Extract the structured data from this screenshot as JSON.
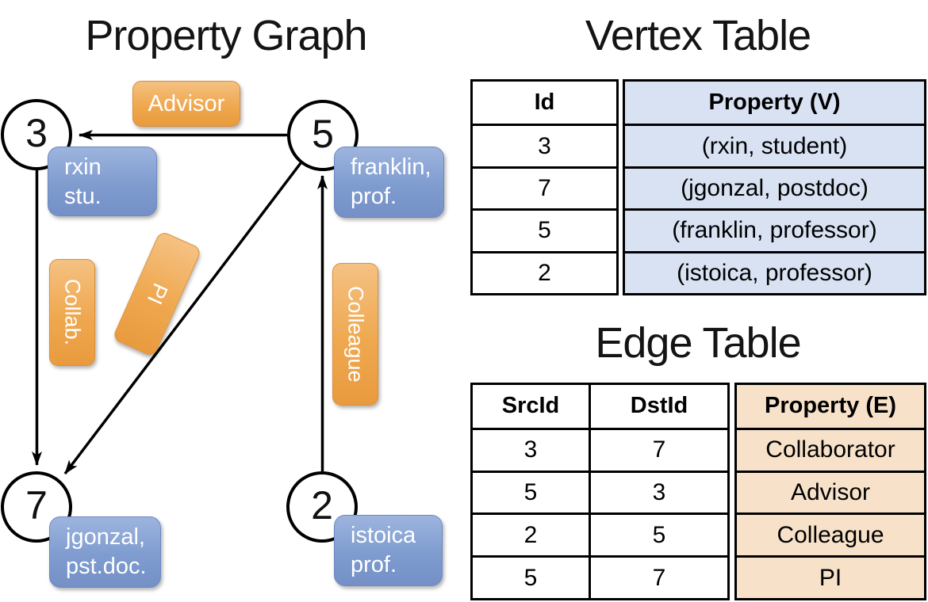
{
  "graph": {
    "title": "Property Graph",
    "vertices": [
      {
        "id": "3",
        "label_lines": [
          "rxin",
          "stu."
        ]
      },
      {
        "id": "5",
        "label_lines": [
          "franklin,",
          "prof."
        ]
      },
      {
        "id": "7",
        "label_lines": [
          "jgonzal,",
          "pst.doc."
        ]
      },
      {
        "id": "2",
        "label_lines": [
          "istoica",
          "prof."
        ]
      }
    ],
    "edges": [
      {
        "src": "5",
        "dst": "3",
        "label": "Advisor"
      },
      {
        "src": "3",
        "dst": "7",
        "label": "Collab."
      },
      {
        "src": "5",
        "dst": "7",
        "label": "PI"
      },
      {
        "src": "2",
        "dst": "5",
        "label": "Colleague"
      }
    ]
  },
  "vertex_table": {
    "title": "Vertex Table",
    "columns": [
      "Id",
      "Property (V)"
    ],
    "rows": [
      [
        "3",
        "(rxin, student)"
      ],
      [
        "7",
        "(jgonzal, postdoc)"
      ],
      [
        "5",
        "(franklin, professor)"
      ],
      [
        "2",
        "(istoica, professor)"
      ]
    ]
  },
  "edge_table": {
    "title": "Edge Table",
    "columns": [
      "SrcId",
      "DstId",
      "Property (E)"
    ],
    "rows": [
      [
        "3",
        "7",
        "Collaborator"
      ],
      [
        "5",
        "3",
        "Advisor"
      ],
      [
        "2",
        "5",
        "Colleague"
      ],
      [
        "5",
        "7",
        "PI"
      ]
    ]
  },
  "colors": {
    "edge_label_fill": "#efa84f",
    "vertex_label_fill": "#7f9ccf",
    "vertex_property_fill": "#d9e2f3",
    "edge_property_fill": "#f7e2c9",
    "line": "#000000",
    "text_on_labels": "#ffffff"
  }
}
